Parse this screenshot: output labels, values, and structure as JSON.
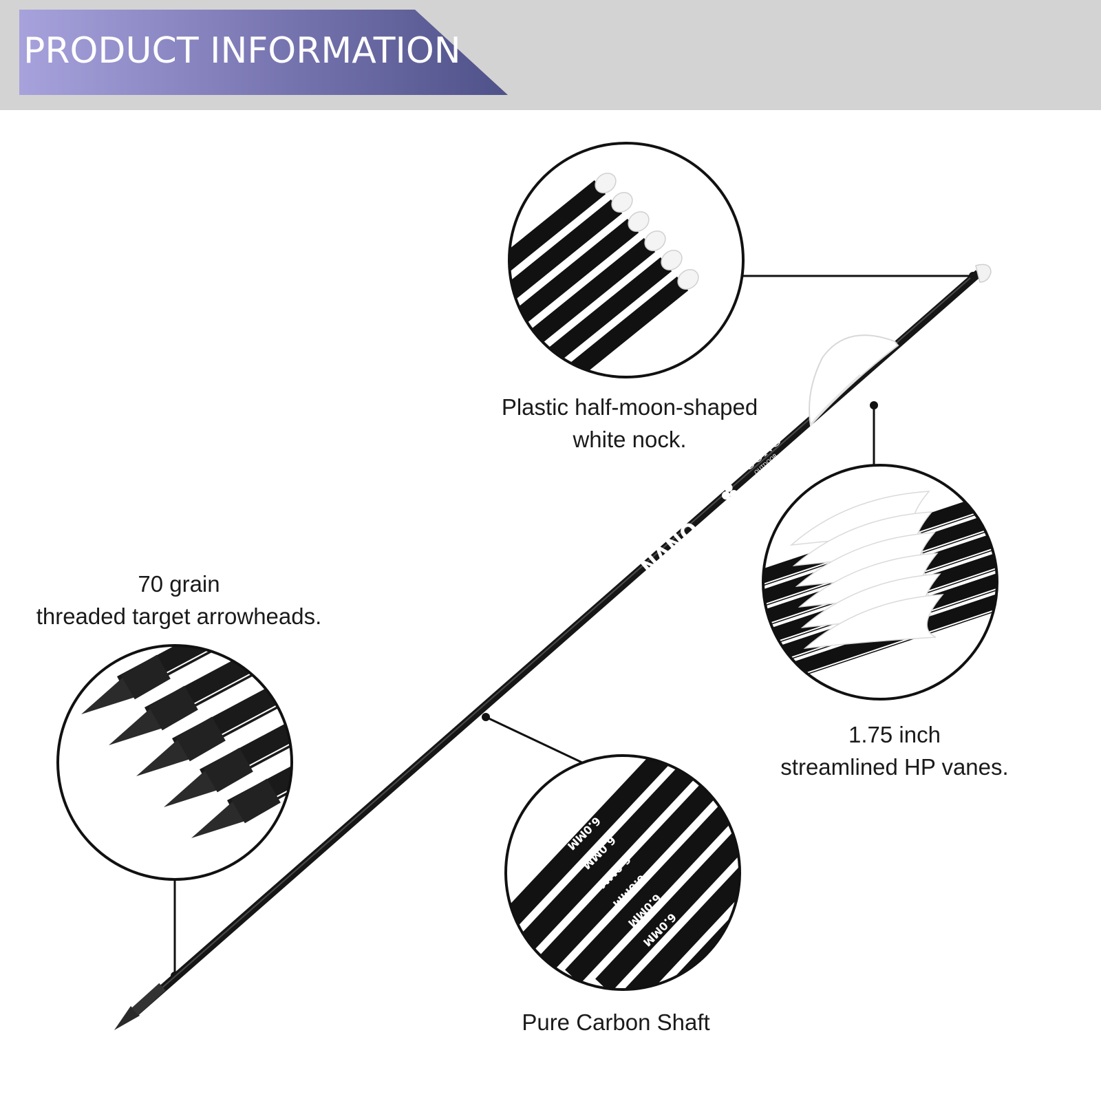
{
  "header": {
    "title": "PRODUCT INFORMATION"
  },
  "callouts": {
    "nock": {
      "line1": "Plastic half-moon-shaped",
      "line2": "white nock."
    },
    "arrowhead": {
      "line1": "70 grain",
      "line2": "threaded target arrowheads."
    },
    "vanes": {
      "line1": "1.75 inch",
      "line2": "streamlined HP vanes."
    },
    "shaft": {
      "line1": "Pure Carbon Shaft"
    }
  },
  "shaft_print": {
    "brand": "NANO",
    "maker": "SONG",
    "maker_small": "OUTDOOR",
    "diameter": "6.0MM"
  },
  "colors": {
    "banner_start": "#a7a2dc",
    "banner_end": "#4f5189",
    "header_band": "#d3d3d3",
    "shaft": "#111111",
    "vane": "#ffffff"
  }
}
